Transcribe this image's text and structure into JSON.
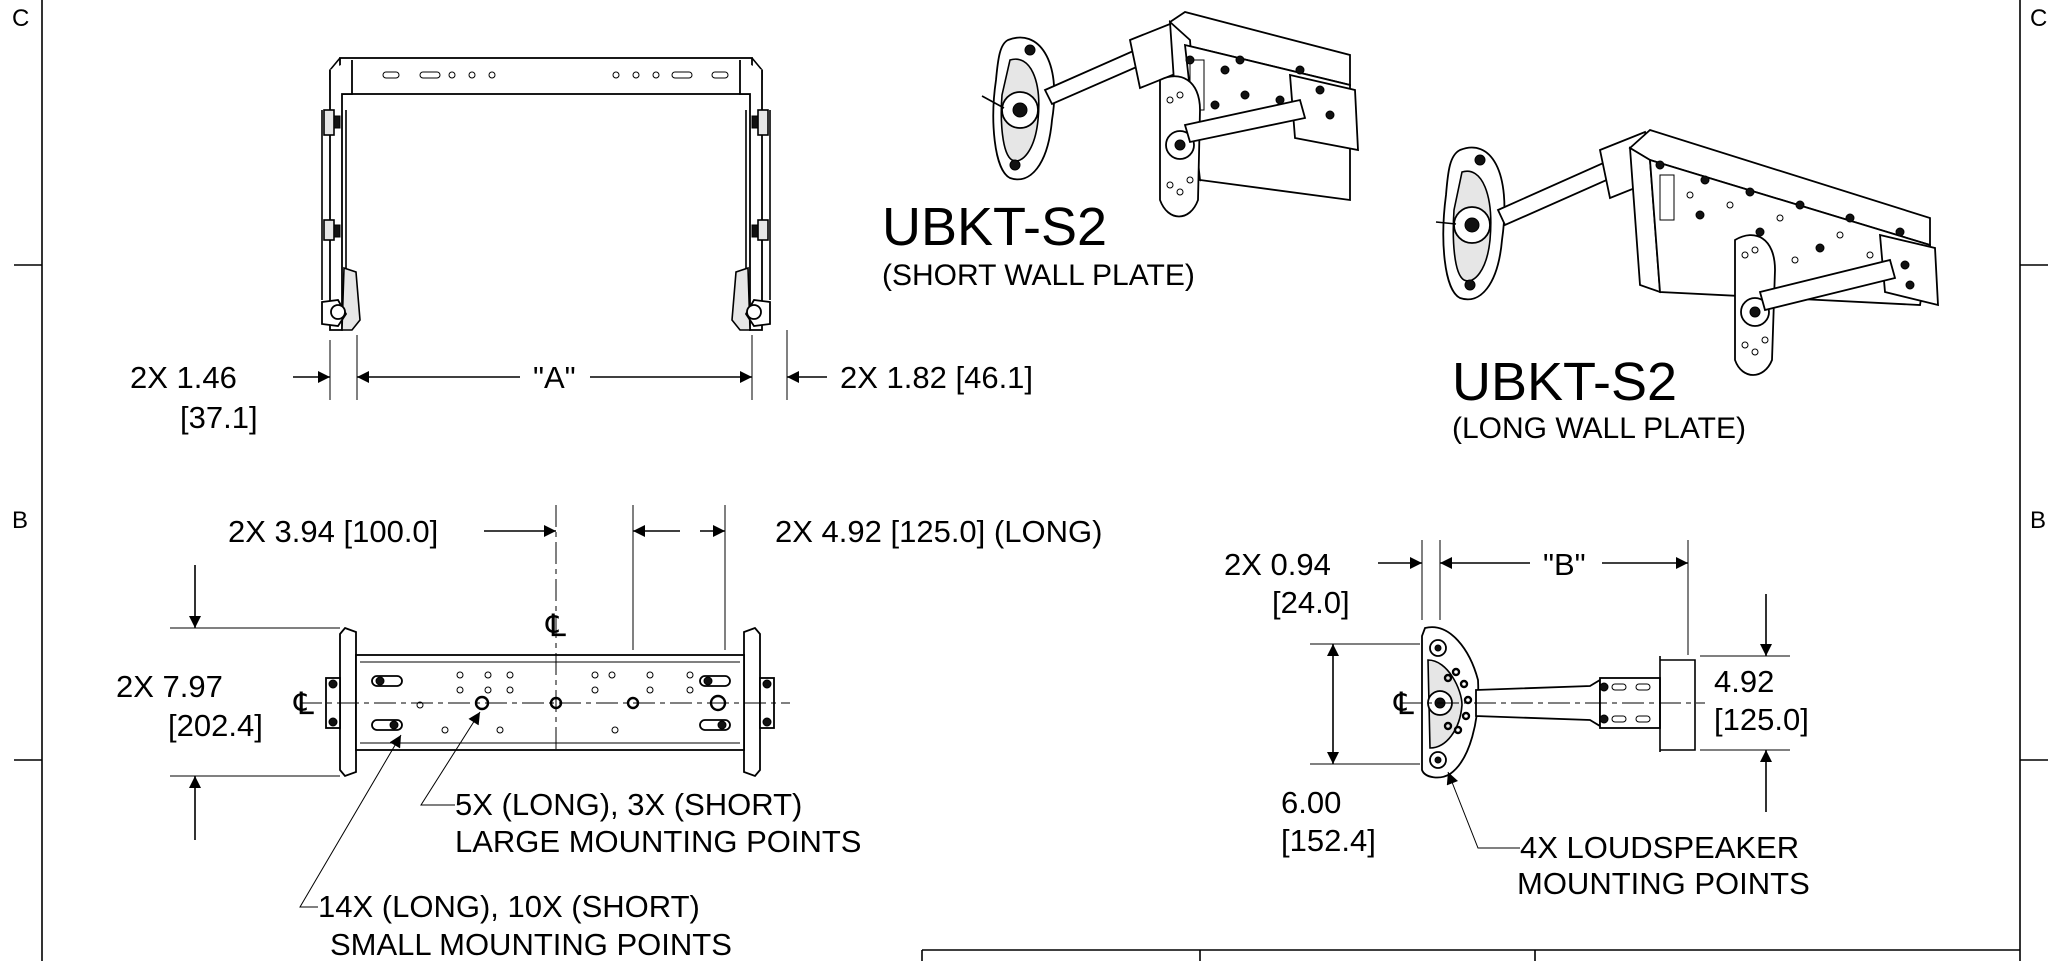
{
  "border": {
    "row_labels": [
      "C",
      "B"
    ]
  },
  "front_view": {
    "dim_left_1": "2X 1.46",
    "dim_left_2": "[37.1]",
    "dim_center": "\"A\"",
    "dim_right": "2X 1.82  [46.1]"
  },
  "isometric_short": {
    "model": "UBKT-S2",
    "variant": "(SHORT WALL PLATE)"
  },
  "isometric_long": {
    "model": "UBKT-S2",
    "variant": "(LONG WALL PLATE)"
  },
  "plate_view": {
    "dim_spacing_short": "2X 3.94  [100.0]",
    "dim_spacing_long": "2X 4.92  [125.0] (LONG)",
    "dim_height_1": "2X 7.97",
    "dim_height_2": "[202.4]",
    "callout_large_1": "5X (LONG), 3X (SHORT)",
    "callout_large_2": "LARGE MOUNTING POINTS",
    "callout_small_1": "14X (LONG), 10X (SHORT)",
    "callout_small_2": "SMALL MOUNTING POINTS"
  },
  "side_view": {
    "dim_offset_1": "2X 0.94",
    "dim_offset_2": "[24.0]",
    "dim_b": "\"B\"",
    "dim_width_1": "4.92",
    "dim_width_2": "[125.0]",
    "dim_height_1": "6.00",
    "dim_height_2": "[152.4]",
    "callout_1": "4X LOUDSPEAKER",
    "callout_2": "MOUNTING POINTS"
  },
  "colors": {
    "ink": "#000000",
    "paper": "#ffffff",
    "shade": "#e6e6e6"
  }
}
